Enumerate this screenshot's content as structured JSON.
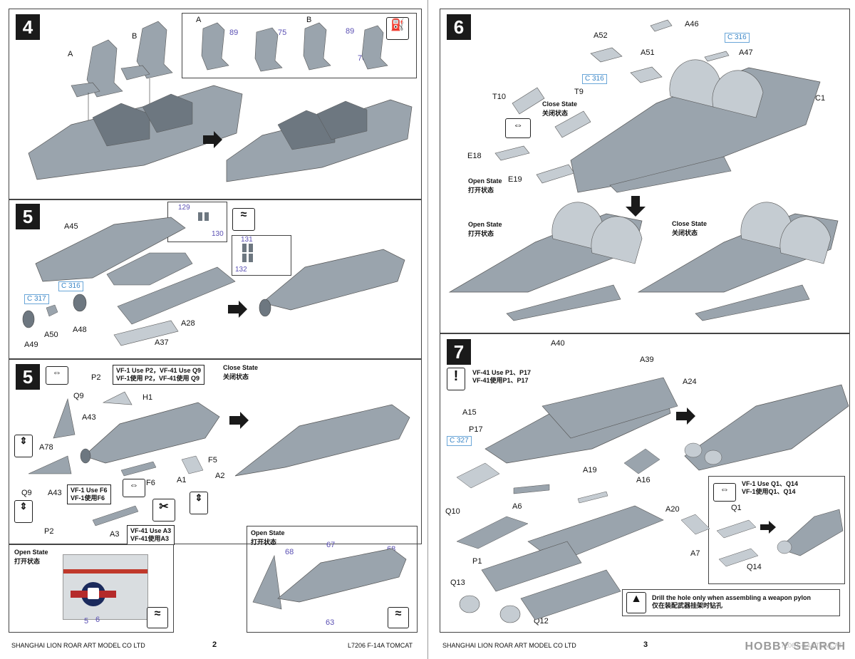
{
  "colors": {
    "part": "#9aa4ad",
    "part_dark": "#6d7780",
    "part_light": "#c5ccd2",
    "ink": "#1a1a1a",
    "callout_blue": "#3a86c7",
    "part_purple": "#5a4fb3"
  },
  "left": {
    "step4": {
      "num": "4",
      "label_a": "A",
      "label_b": "B",
      "inset": {
        "a": "A",
        "b": "B",
        "p89a": "89",
        "p75": "75",
        "p89b": "89",
        "p76": "76"
      }
    },
    "step5a": {
      "num": "5",
      "a45": "A45",
      "c317": "C 317",
      "c316": "C 316",
      "a50": "A50",
      "a48": "A48",
      "a49": "A49",
      "a28": "A28",
      "a37": "A37",
      "p129": "129",
      "p130": "130",
      "p131": "131",
      "p132": "132"
    },
    "step5b": {
      "num": "5",
      "p2": "P2",
      "note_p2_line1": "VF-1 Use P2，VF-41 Use Q9",
      "note_p2_line2": "VF-1使用 P2，VF-41使用 Q9",
      "close_state": "Close State",
      "close_state_cn": "关闭状态",
      "q9": "Q9",
      "h1": "H1",
      "a43": "A43",
      "a78": "A78",
      "f5": "F5",
      "f6": "F6",
      "a1": "A1",
      "a2": "A2",
      "q9b": "Q9",
      "a43b": "A43",
      "p2b": "P2",
      "a3": "A3",
      "note_f6_line1": "VF-1 Use F6",
      "note_f6_line2": "VF-1使用F6",
      "note_a3_line1": "VF-41 Use A3",
      "note_a3_line2": "VF-41使用A3"
    },
    "open_state_box": {
      "title": "Open State",
      "title_cn": "打开状态",
      "n5": "5",
      "n6": "6"
    },
    "open_state_box2": {
      "title": "Open State",
      "title_cn": "打开状态",
      "p68a": "68",
      "p67": "67",
      "p68b": "68",
      "p63": "63"
    },
    "footer_left": "SHANGHAI LION ROAR ART MODEL CO LTD",
    "page_num": "2",
    "footer_right": "L7206  F-14A  TOMCAT"
  },
  "right": {
    "step6": {
      "num": "6",
      "a46": "A46",
      "c316a": "C 316",
      "a47": "A47",
      "a52": "A52",
      "a51": "A51",
      "c316b": "C 316",
      "t10": "T10",
      "t9": "T9",
      "c1": "C1",
      "close_state": "Close State",
      "close_state_cn": "关闭状态",
      "e18": "E18",
      "e19": "E19",
      "open_state": "Open State",
      "open_state_cn": "打开状态",
      "open_state2": "Open State",
      "open_state2_cn": "打开状态",
      "close_state2": "Close State",
      "close_state2_cn": "关闭状态"
    },
    "step7": {
      "num": "7",
      "a40": "A40",
      "a39": "A39",
      "a24": "A24",
      "note_line1": "VF-41 Use P1、P17",
      "note_line2": "VF-41使用P1、P17",
      "a15": "A15",
      "p17": "P17",
      "c327": "C 327",
      "a16": "A16",
      "a19": "A19",
      "a6": "A6",
      "q10": "Q10",
      "a20": "A20",
      "a7": "A7",
      "p1": "P1",
      "q13": "Q13",
      "q12": "Q12",
      "vf1_line1": "VF-1 Use Q1、Q14",
      "vf1_line2": "VF-1使用Q1、Q14",
      "q1": "Q1",
      "q14": "Q14",
      "drill_line1": "Drill the hole only when assembling a weapon pylon",
      "drill_line2": "仅在装配武器挂架时钻孔"
    },
    "footer_left": "SHANGHAI LION ROAR ART MODEL CO LTD",
    "page_num": "3",
    "footer_right": "L7206  F-14A  TOMCAT",
    "watermark": "HOBBY SEARCH"
  }
}
